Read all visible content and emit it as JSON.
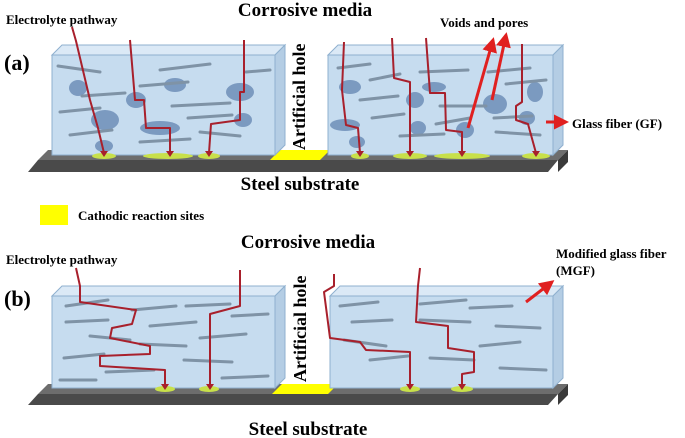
{
  "panel_a": {
    "label": "(a)",
    "title": "Corrosive media",
    "substrate": "Steel substrate",
    "electrolyte_label": "Electrolyte pathway",
    "hole_label": "Artificial hole",
    "voids_label": "Voids and pores",
    "fiber_label": "Glass fiber (GF)"
  },
  "legend": {
    "label": "Cathodic reaction sites",
    "color": "#ffff00"
  },
  "panel_b": {
    "label": "(b)",
    "title": "Corrosive media",
    "substrate": "Steel substrate",
    "electrolyte_label": "Electrolyte pathway",
    "hole_label": "Artificial hole",
    "fiber_label": "Modified glass fiber (MGF)"
  },
  "colors": {
    "coating_fill": "#c6dcef",
    "coating_edge": "#8fb0cf",
    "substrate_top": "#6d6d6d",
    "substrate_side": "#4a4a4a",
    "pathway": "#a8202c",
    "cathodic_site": "#c8e04a",
    "hole": "#ffff00",
    "fiber": "#7f93a6",
    "void": "#6f8fb8",
    "arrow": "#e02020"
  }
}
